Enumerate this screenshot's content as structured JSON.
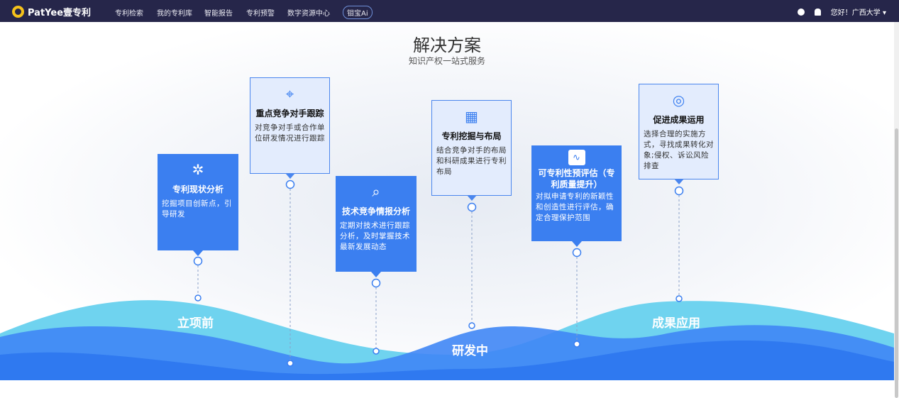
{
  "nav": {
    "brand": "PatYee壹专利",
    "items": [
      "专利检索",
      "我的专利库",
      "智能报告",
      "专利预警",
      "数字资源中心",
      "钼宝Ai"
    ],
    "greeting": "您好！广西大学"
  },
  "section": {
    "title": "解决方案",
    "subtitle": "知识产权一站式服务"
  },
  "cards": [
    {
      "title": "专利现状分析",
      "desc": "挖掘项目创新点，引导研发",
      "icon": "network-icon"
    },
    {
      "title": "重点竞争对手跟踪",
      "desc": "对竞争对手或合作单位研发情况进行跟踪",
      "icon": "target-icon"
    },
    {
      "title": "技术竞争情报分析",
      "desc": "定期对技术进行跟踪分析，及时掌握技术最新发展动态",
      "icon": "search-chart-icon"
    },
    {
      "title": "专利挖掘与布局",
      "desc": "结合竞争对手的布局和科研成果进行专利布局",
      "icon": "layout-icon"
    },
    {
      "title": "可专利性预评估（专利质量提升）",
      "desc": "对拟申请专利的新颖性和创造性进行评估，确定合理保护范围",
      "icon": "pulse-icon"
    },
    {
      "title": "促进成果运用",
      "desc": "选择合理的实施方式，寻找成果转化对象;侵权、诉讼风险排查",
      "icon": "spiral-icon"
    }
  ],
  "stages": [
    "立项前",
    "研发中",
    "成果应用"
  ],
  "colors": {
    "nav": "#26264a",
    "accent": "#3b7ff0",
    "wave_light": "#6fd3ef",
    "wave_dark": "#3f86f5"
  }
}
